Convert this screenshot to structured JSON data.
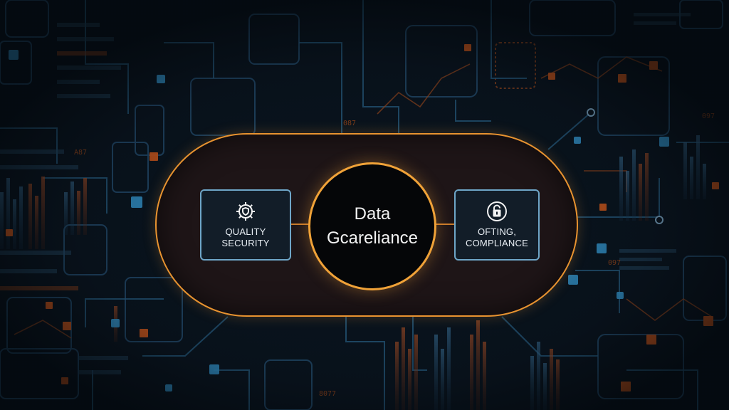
{
  "diagram": {
    "center": {
      "line1": "Data",
      "line2": "Gcareliance"
    },
    "left_module": {
      "icon": "gear-shield-icon",
      "line1": "QUALITY",
      "line2": "SECURITY"
    },
    "right_module": {
      "icon": "lock-badge-icon",
      "line1": "OFTING,",
      "line2": "COMPLIANCE"
    }
  },
  "background": {
    "texts": [
      "A87",
      "087",
      "8077",
      "097",
      "097"
    ]
  },
  "colors": {
    "capsule_border": "#e89330",
    "hub_border": "#f0a238",
    "module_border": "#6ea6c8",
    "background": "#0a1520",
    "circuit_blue": "#2f6f9a",
    "circuit_orange": "#c2602a"
  }
}
